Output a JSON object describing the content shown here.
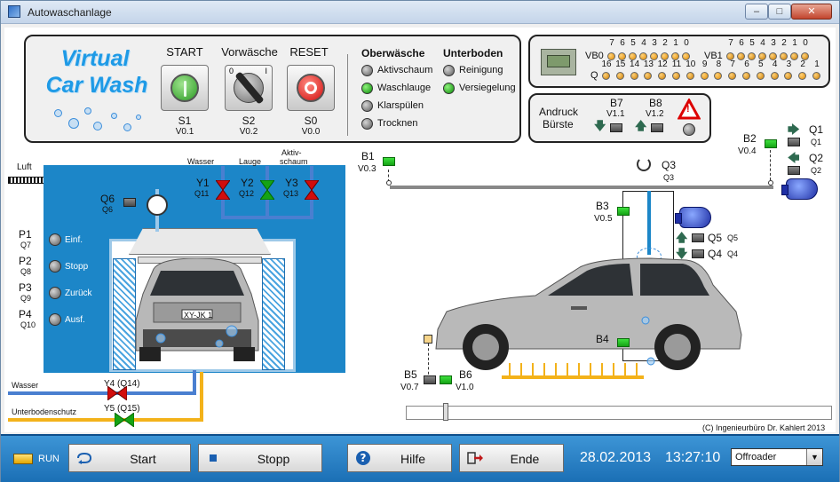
{
  "window": {
    "title": "Autowaschanlage",
    "min": "–",
    "max": "□",
    "close": "✕"
  },
  "logo": {
    "line1": "Virtual",
    "line2": "Car Wash"
  },
  "controls": {
    "start": {
      "label": "START",
      "io": "S1",
      "addr": "V0.1"
    },
    "prewash": {
      "label": "Vorwäsche",
      "io": "S2",
      "addr": "V0.2",
      "pos0": "0",
      "pos1": "I"
    },
    "reset": {
      "label": "RESET",
      "io": "S0",
      "addr": "V0.0"
    }
  },
  "groups": {
    "top": {
      "title": "Oberwäsche",
      "items": [
        {
          "label": "Aktivschaum",
          "state": "off"
        },
        {
          "label": "Waschlauge",
          "state": "on"
        },
        {
          "label": "Klarspülen",
          "state": "off"
        },
        {
          "label": "Trocknen",
          "state": "off"
        }
      ]
    },
    "under": {
      "title": "Unterboden",
      "items": [
        {
          "label": "Reinigung",
          "state": "off"
        },
        {
          "label": "Versiegelung",
          "state": "on"
        }
      ]
    }
  },
  "plc": {
    "vb0": "VB0",
    "vb1": "VB1",
    "q": "Q",
    "bits_low": [
      "7",
      "6",
      "5",
      "4",
      "3",
      "2",
      "1",
      "0"
    ],
    "bits_q": [
      "16",
      "15",
      "14",
      "13",
      "12",
      "11",
      "10",
      "9",
      "8",
      "7",
      "6",
      "5",
      "4",
      "3",
      "2",
      "1"
    ],
    "vb0_on": [
      1,
      1,
      1,
      1,
      1,
      1,
      1,
      1
    ],
    "vb1_on": [
      0,
      0,
      0,
      0,
      0,
      0,
      0,
      0
    ],
    "q_on": [
      0,
      0,
      0,
      0,
      0,
      0,
      0,
      1,
      1,
      0,
      0,
      0,
      0,
      0,
      1,
      0
    ]
  },
  "brush": {
    "title1": "Andruck",
    "title2": "Bürste",
    "b7": "B7",
    "b7_addr": "V1.1",
    "b8": "B8",
    "b8_addr": "V1.2",
    "warn": "!"
  },
  "plant": {
    "luft": "Luft",
    "wasser": "Wasser",
    "unterbodenschutz": "Unterbodenschutz",
    "y4": "Y4 (Q14)",
    "y5": "Y5 (Q15)",
    "wasser_top": "Wasser",
    "lauge": "Lauge",
    "aktiv1": "Aktiv-",
    "aktiv2": "schaum",
    "y1": "Y1",
    "y1q": "Q11",
    "y2": "Y2",
    "y2q": "Q12",
    "y3": "Y3",
    "y3q": "Q13",
    "q6": "Q6",
    "q6s": "Q6",
    "p1": "P1",
    "p1q": "Q7",
    "p2": "P2",
    "p2q": "Q8",
    "p3": "P3",
    "p3q": "Q9",
    "p4": "P4",
    "p4q": "Q10",
    "einf": "Einf.",
    "stopp": "Stopp",
    "zurueck": "Zurück",
    "ausf": "Ausf.",
    "plate": "XY-JK 1"
  },
  "gantry": {
    "b1": "B1",
    "b1a": "V0.3",
    "b2": "B2",
    "b2a": "V0.4",
    "b3": "B3",
    "b3a": "V0.5",
    "b4": "B4",
    "b5": "B5",
    "b5a": "V0.7",
    "b6": "B6",
    "b6a": "V1.0",
    "q1": "Q1",
    "q1s": "Q1",
    "q2": "Q2",
    "q2s": "Q2",
    "q3": "Q3",
    "q3s": "Q3",
    "q4": "Q4",
    "q4s": "Q4",
    "q5": "Q5",
    "q5s": "Q5"
  },
  "copyright": "(C) Ingenieurbüro Dr. Kahlert 2013",
  "bottom": {
    "run": "RUN",
    "start": "Start",
    "stopp": "Stopp",
    "hilfe": "Hilfe",
    "ende": "Ende",
    "date": "28.02.2013",
    "time": "13:27:10",
    "program": "Offroader"
  },
  "colors": {
    "blue": "#1c86c8",
    "green": "#15a315",
    "red": "#d10d0d",
    "orange": "#e08a00",
    "pipe_water": "#4a7fd0",
    "pipe_yellow": "#f3b21a"
  }
}
